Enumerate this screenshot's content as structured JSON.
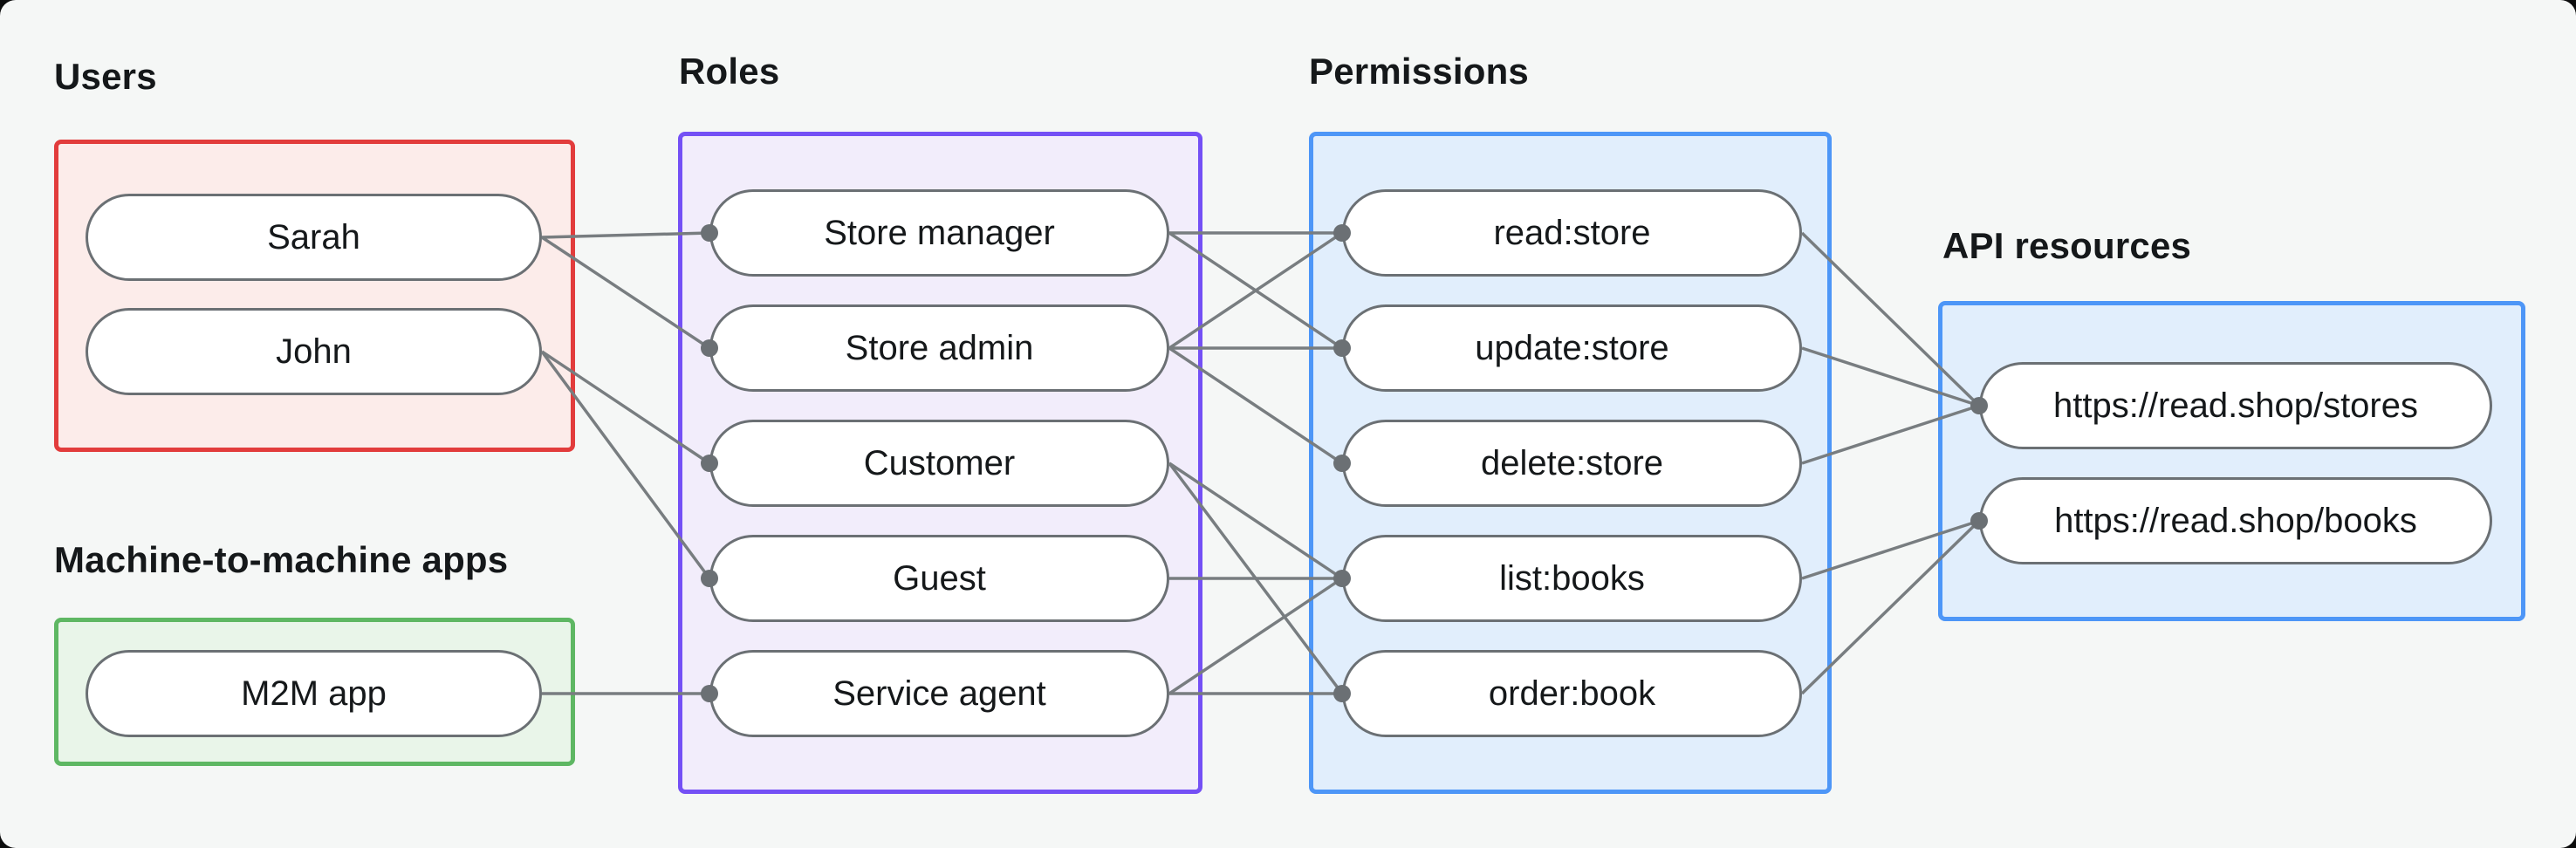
{
  "canvas": {
    "background_color": "#f5f7f6",
    "outer_background_color": "#0c0d0d"
  },
  "groups": [
    {
      "id": "users",
      "label": "Users",
      "border_color": "#e23c3c",
      "fill_color": "#fcecea",
      "nodes": [
        {
          "id": "sarah",
          "label": "Sarah"
        },
        {
          "id": "john",
          "label": "John"
        }
      ]
    },
    {
      "id": "m2m",
      "label": "Machine-to-machine apps",
      "border_color": "#5eb763",
      "fill_color": "#e9f5e9",
      "nodes": [
        {
          "id": "m2m-app",
          "label": "M2M app"
        }
      ]
    },
    {
      "id": "roles",
      "label": "Roles",
      "border_color": "#7450f5",
      "fill_color": "#f2edfb",
      "nodes": [
        {
          "id": "store-manager",
          "label": "Store manager"
        },
        {
          "id": "store-admin",
          "label": "Store admin"
        },
        {
          "id": "customer",
          "label": "Customer"
        },
        {
          "id": "guest",
          "label": "Guest"
        },
        {
          "id": "service-agent",
          "label": "Service agent"
        }
      ]
    },
    {
      "id": "permissions",
      "label": "Permissions",
      "border_color": "#4d96f7",
      "fill_color": "#e1eefc",
      "nodes": [
        {
          "id": "read-store",
          "label": "read:store"
        },
        {
          "id": "update-store",
          "label": "update:store"
        },
        {
          "id": "delete-store",
          "label": "delete:store"
        },
        {
          "id": "list-books",
          "label": "list:books"
        },
        {
          "id": "order-book",
          "label": "order:book"
        }
      ]
    },
    {
      "id": "api",
      "label": "API resources",
      "border_color": "#4d96f7",
      "fill_color": "#e1eefc",
      "nodes": [
        {
          "id": "api-stores",
          "label": "https://read.shop/stores"
        },
        {
          "id": "api-books",
          "label": "https://read.shop/books"
        }
      ]
    }
  ],
  "edges": [
    {
      "from": "sarah",
      "to": "store-manager"
    },
    {
      "from": "sarah",
      "to": "store-admin"
    },
    {
      "from": "john",
      "to": "customer"
    },
    {
      "from": "john",
      "to": "guest"
    },
    {
      "from": "m2m-app",
      "to": "service-agent"
    },
    {
      "from": "store-manager",
      "to": "read-store"
    },
    {
      "from": "store-manager",
      "to": "update-store"
    },
    {
      "from": "store-admin",
      "to": "read-store"
    },
    {
      "from": "store-admin",
      "to": "update-store"
    },
    {
      "from": "store-admin",
      "to": "delete-store"
    },
    {
      "from": "customer",
      "to": "list-books"
    },
    {
      "from": "customer",
      "to": "order-book"
    },
    {
      "from": "guest",
      "to": "list-books"
    },
    {
      "from": "service-agent",
      "to": "list-books"
    },
    {
      "from": "service-agent",
      "to": "order-book"
    },
    {
      "from": "read-store",
      "to": "api-stores"
    },
    {
      "from": "update-store",
      "to": "api-stores"
    },
    {
      "from": "delete-store",
      "to": "api-stores"
    },
    {
      "from": "list-books",
      "to": "api-books"
    },
    {
      "from": "order-book",
      "to": "api-books"
    }
  ],
  "edge_style": {
    "line_color": "#787d80",
    "line_width": 3.5,
    "dot_color": "#6b7074",
    "dot_radius": 10
  }
}
